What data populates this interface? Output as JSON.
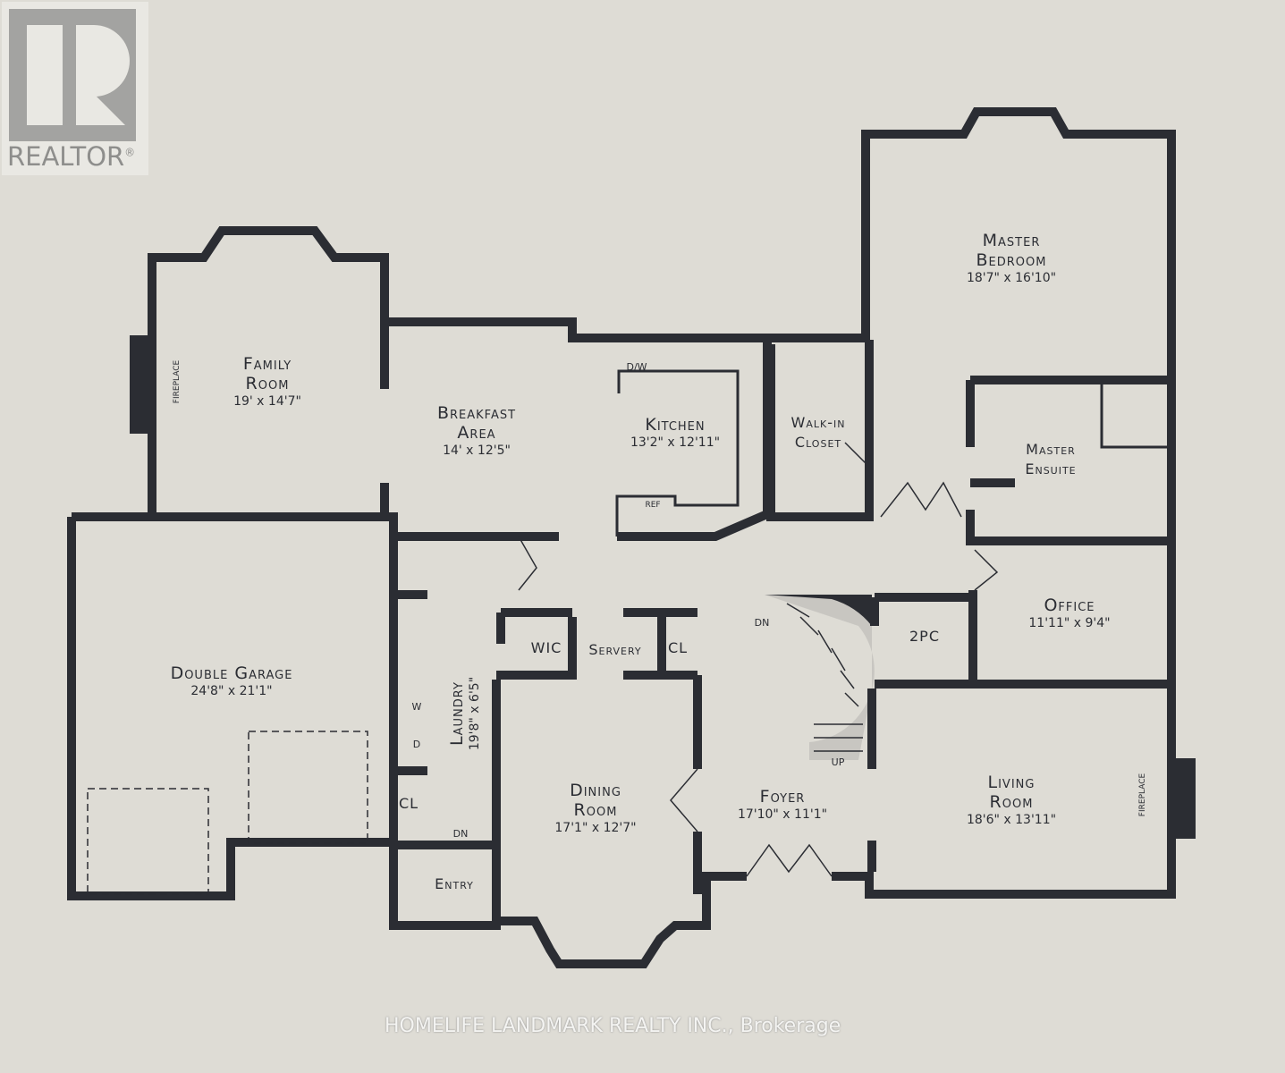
{
  "logo": {
    "text": "REALTOR",
    "mark": "®"
  },
  "watermark": "HOMELIFE LANDMARK REALTY INC., Brokerage",
  "colors": {
    "background": "#dedcd5",
    "wall": "#2b2d33"
  },
  "rooms": {
    "master_bedroom": {
      "line1": "Master",
      "line2": "Bedroom",
      "dim": "18'7\" x 16'10\""
    },
    "family_room": {
      "line1": "Family",
      "line2": "Room",
      "dim": "19' x 14'7\""
    },
    "breakfast": {
      "line1": "Breakfast",
      "line2": "Area",
      "dim": "14' x 12'5\""
    },
    "kitchen": {
      "line1": "Kitchen",
      "dim": "13'2\" x 12'11\""
    },
    "walk_in_closet": {
      "line1": "Walk-in",
      "line2": "Closet"
    },
    "master_ensuite": {
      "line1": "Master",
      "line2": "Ensuite"
    },
    "office": {
      "line1": "Office",
      "dim": "11'11\" x 9'4\""
    },
    "double_garage": {
      "line1": "Double Garage",
      "dim": "24'8\" x 21'1\""
    },
    "laundry": {
      "line1": "Laundry",
      "dim": "19'8\" x 6'5\""
    },
    "wic": {
      "line1": "WIC"
    },
    "servery": {
      "line1": "Servery"
    },
    "cl1": {
      "line1": "CL"
    },
    "cl2": {
      "line1": "CL"
    },
    "two_pc": {
      "line1": "2PC"
    },
    "dining_room": {
      "line1": "Dining",
      "line2": "Room",
      "dim": "17'1\" x 12'7\""
    },
    "foyer": {
      "line1": "Foyer",
      "dim": "17'10\" x 11'1\""
    },
    "living_room": {
      "line1": "Living",
      "line2": "Room",
      "dim": "18'6\" x 13'11\""
    },
    "entry": {
      "line1": "Entry"
    }
  },
  "fixtures": {
    "dw": "D/W",
    "ref": "REF",
    "washer": "W",
    "dryer": "D",
    "fireplace_left": "FIREPLACE",
    "fireplace_right": "FIREPLACE",
    "stair_dn": "DN",
    "stair_up": "UP",
    "entry_dn": "DN"
  }
}
